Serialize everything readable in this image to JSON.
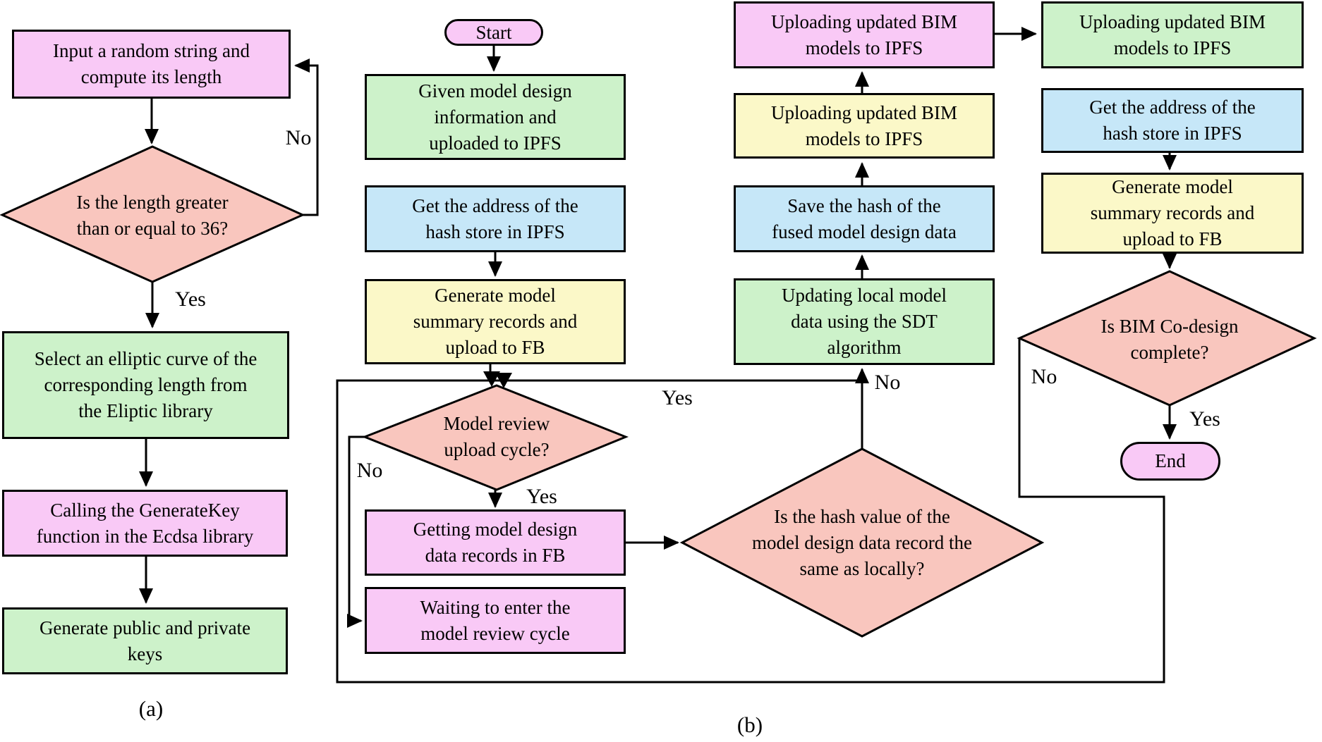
{
  "colors": {
    "process_pink": "#f9c9f6",
    "process_green": "#cdf2ca",
    "process_blue": "#c6e7f8",
    "process_yellow": "#fbf8c8",
    "decision_salmon": "#f9c6be",
    "line_black": "#000000",
    "background": "#ffffff"
  },
  "flow_a": {
    "caption": "(a)",
    "input_box": "Input a random string and\ncompute its length",
    "length_decision": "Is the length greater\nthan or equal to 36?",
    "no_label": "No",
    "yes_label": "Yes",
    "select_curve_box": "Select an elliptic curve of the\ncorresponding length from\nthe Eliptic library",
    "generatekey_box": "Calling the GenerateKey\nfunction in the Ecdsa library",
    "keys_box": "Generate public and private\nkeys"
  },
  "flow_b": {
    "caption": "(b)",
    "start": "Start",
    "given_model_box": "Given model design\ninformation and\nuploaded to IPFS",
    "get_address_box1": "Get the address of the\nhash store in IPFS",
    "summary_box1": "Generate model\nsummary records and\nupload to FB",
    "review_decision": "Model review\nupload cycle?",
    "review_no": "No",
    "review_yes": "Yes",
    "getting_records_box": "Getting model design\ndata records in FB",
    "waiting_box": "Waiting to enter the\nmodel review cycle",
    "hash_decision": "Is the hash value of the\nmodel design data record the\nsame as locally?",
    "hash_yes": "Yes",
    "hash_no": "No",
    "updating_box": "Updating local model\ndata using the SDT\nalgorithm",
    "save_hash_box": "Save the hash of the\nfused model design data",
    "upload_box_yellow": "Uploading updated BIM\nmodels to IPFS",
    "upload_box_pink": "Uploading updated BIM\nmodels to IPFS",
    "upload_box_green": "Uploading updated BIM\nmodels to IPFS",
    "get_address_box2": "Get the address of the\nhash store in IPFS",
    "summary_box2": "Generate model\nsummary records and\nupload to FB",
    "codesign_decision": "Is BIM Co-design\ncomplete?",
    "codesign_no": "No",
    "codesign_yes": "Yes",
    "end": "End"
  }
}
